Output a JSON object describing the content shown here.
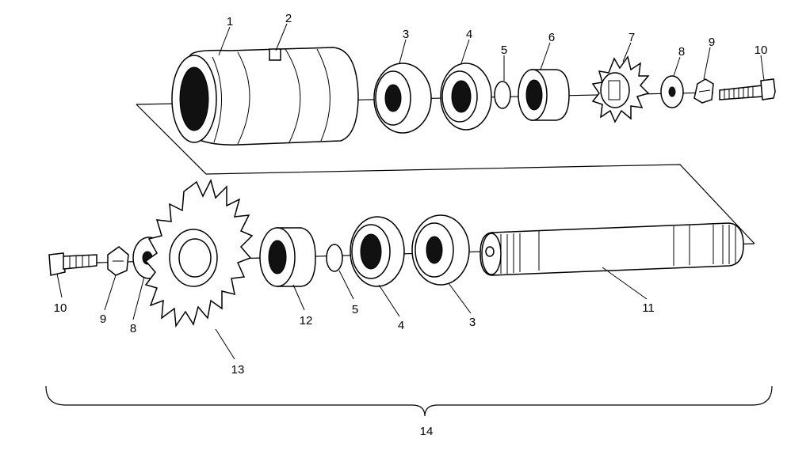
{
  "callouts": {
    "c1": "1",
    "c2": "2",
    "c3_top": "3",
    "c4_top": "4",
    "c5_top": "5",
    "c6": "6",
    "c7": "7",
    "c8_top": "8",
    "c9_top": "9",
    "c10_top": "10",
    "c10_bot": "10",
    "c9_bot": "9",
    "c8_bot": "8",
    "c13": "13",
    "c12": "12",
    "c5_bot": "5",
    "c4_bot": "4",
    "c3_bot": "3",
    "c11": "11",
    "c14": "14"
  }
}
